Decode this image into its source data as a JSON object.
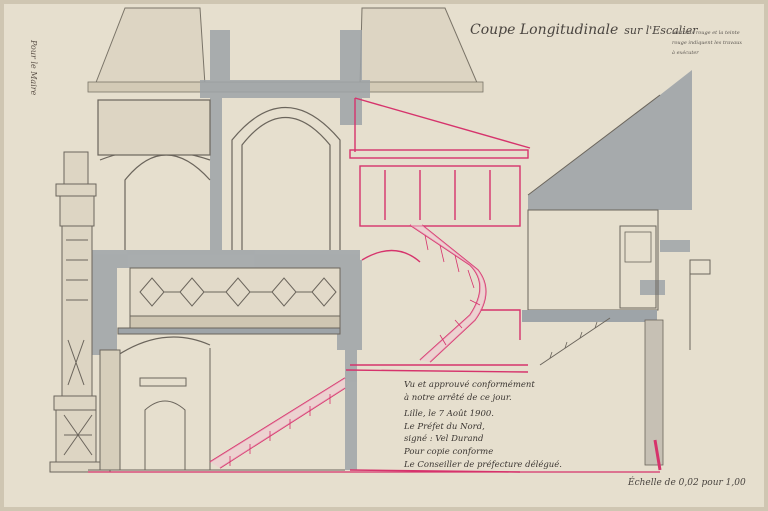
{
  "title": {
    "main": "Coupe Longitudinale",
    "sub": "sur l'Escalier"
  },
  "legend_note": [
    "les traits rouge et la teinte",
    "rouge indiquent les travaux",
    "à exécuter"
  ],
  "certification": [
    "Vu et approuvé conformément",
    "à notre arrêté de ce jour.",
    "Lille, le 7 Août 1900.",
    "Le Préfet du Nord,",
    "signé : Vel Durand",
    "Pour copie conforme",
    "Le Conseiller de préfecture délégué."
  ],
  "scale_label": "Échelle de 0,02 pour 1,00",
  "margin_note": "Pour le Maire",
  "colors": {
    "paper": "#e6dfce",
    "wash_gray": "#9ea4a8",
    "ink": "#6b655c",
    "red": "#d6336c",
    "red_wash": "#f0c9d2"
  }
}
